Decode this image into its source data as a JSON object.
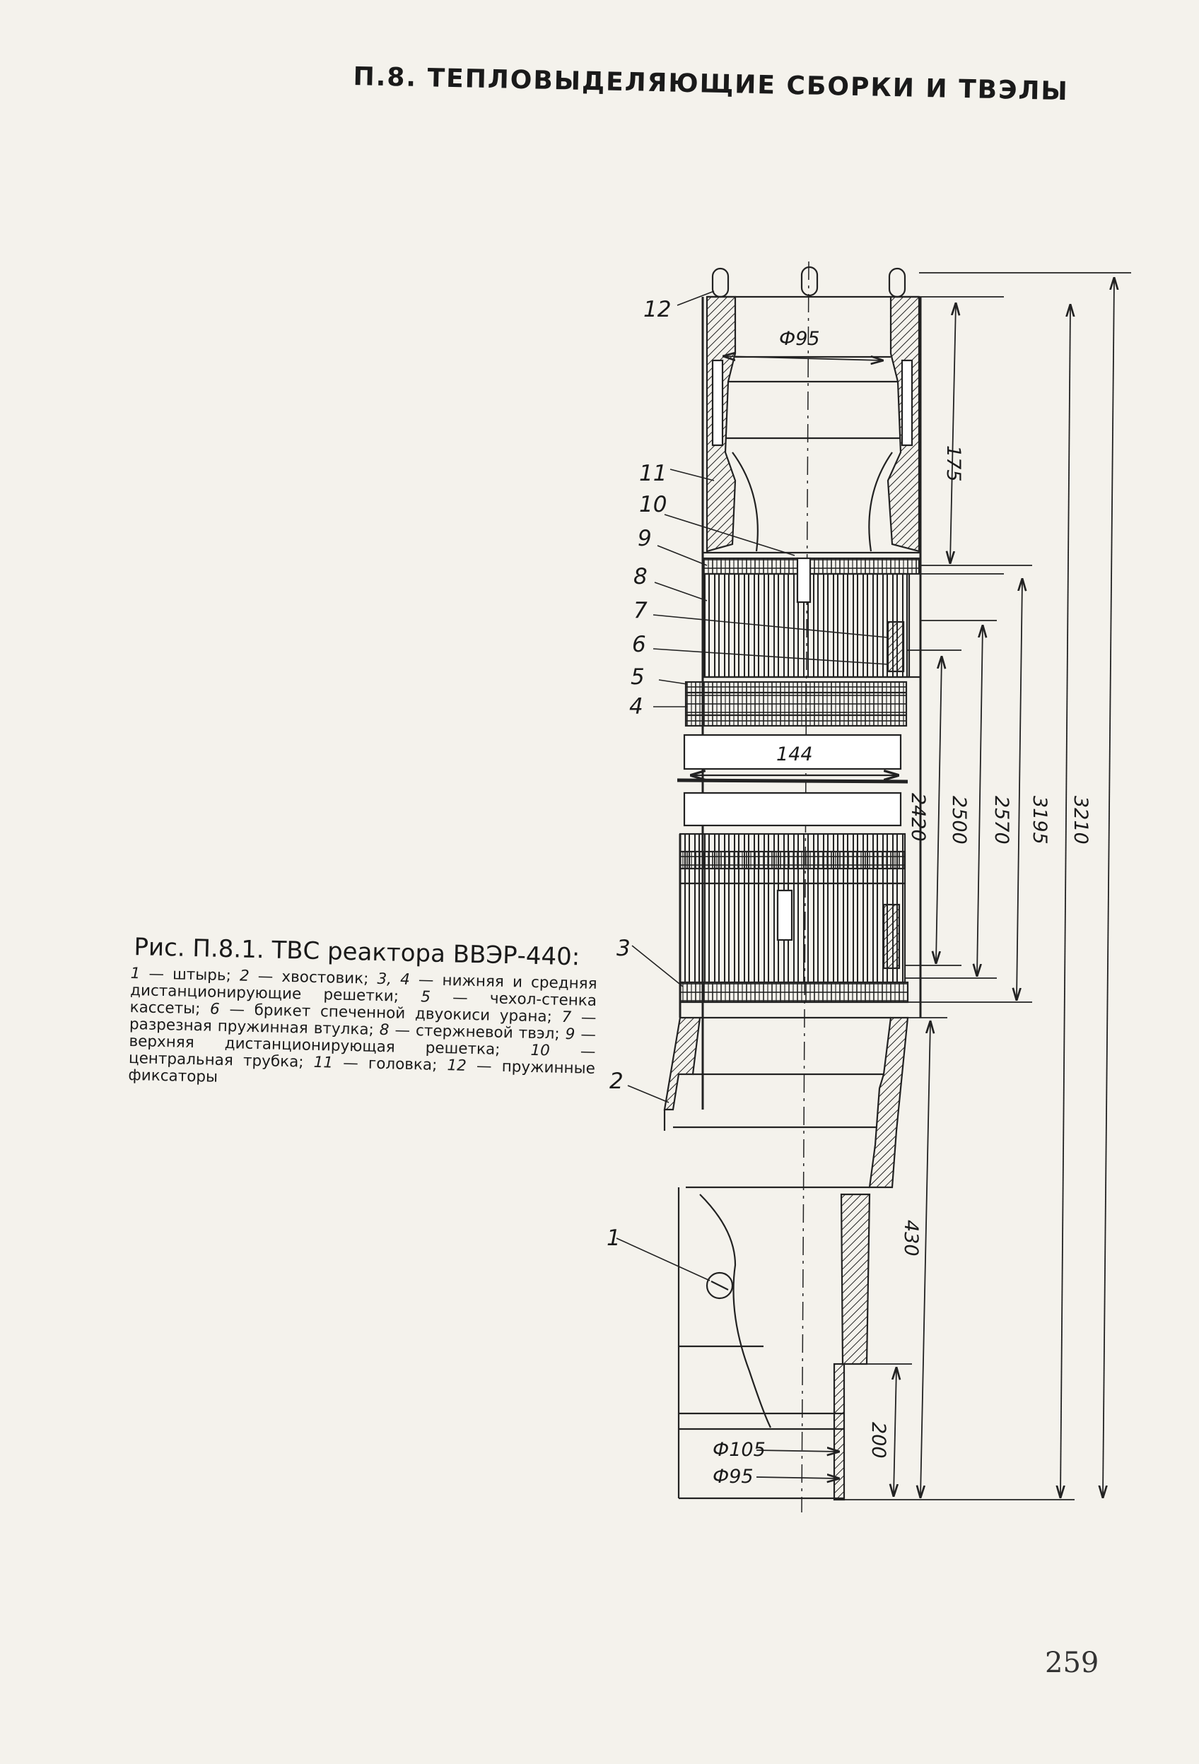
{
  "page_header": "П.8. ТЕПЛОВЫДЕЛЯЮЩИЕ СБОРКИ И ТВЭЛЫ",
  "caption": {
    "title": "Рис. П.8.1. ТВС реактора ВВЭР-440:",
    "items": [
      {
        "num": "1",
        "text": "штырь"
      },
      {
        "num": "2",
        "text": "хвостовик"
      },
      {
        "num": "3, 4",
        "text": "нижняя и средняя дистанционирующие решетки"
      },
      {
        "num": "5",
        "text": "чехол-стенка кассеты"
      },
      {
        "num": "6",
        "text": "брикет спеченной двуокиси урана"
      },
      {
        "num": "7",
        "text": "разрезная пружинная втулка"
      },
      {
        "num": "8",
        "text": "стержневой твэл"
      },
      {
        "num": "9",
        "text": "верхняя дистанционирующая решетка"
      },
      {
        "num": "10",
        "text": "центральная трубка"
      },
      {
        "num": "11",
        "text": "головка"
      },
      {
        "num": "12",
        "text": "пружинные фиксаторы"
      }
    ]
  },
  "figure": {
    "callouts": [
      "12",
      "11",
      "10",
      "9",
      "8",
      "7",
      "6",
      "5",
      "4",
      "3",
      "2",
      "1"
    ],
    "dimensions": {
      "head_diameter": "Ф95",
      "head_height": "175",
      "hex_width": "144",
      "d1": "2420",
      "d2": "2500",
      "d3": "2570",
      "d4": "3195",
      "d5": "3210",
      "tail_length": "430",
      "tail_end": "200",
      "tail_outer": "Ф105",
      "tail_inner": "Ф95"
    }
  },
  "page_number": "259"
}
